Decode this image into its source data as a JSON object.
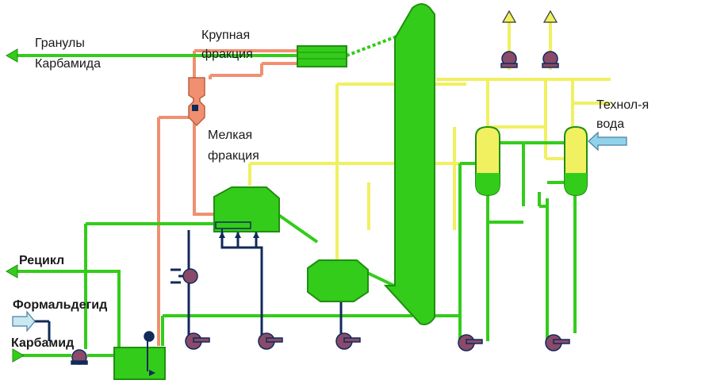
{
  "labels": {
    "urea_granules": "Гранулы",
    "urea_granules_2": "Карбамида",
    "coarse_fraction": "Крупная",
    "coarse_fraction_2": "фракция",
    "fine_fraction": "Мелкая",
    "fine_fraction_2": "фракция",
    "process_water": "Технол-я",
    "process_water_2": "вода",
    "recycle": "Рецикл",
    "formaldehyde": "Формальдегид",
    "urea": "Карбамид"
  },
  "colors": {
    "green": "#33cc1a",
    "green_stroke": "#1f8f10",
    "orange": "#f09070",
    "yellow": "#f0f060",
    "navy": "#102a5a",
    "pump": "#8a4a6a",
    "light_blue": "#8fd3ea"
  },
  "icons": {
    "pump": "pump-icon",
    "arrow": "flow-arrow-icon"
  }
}
